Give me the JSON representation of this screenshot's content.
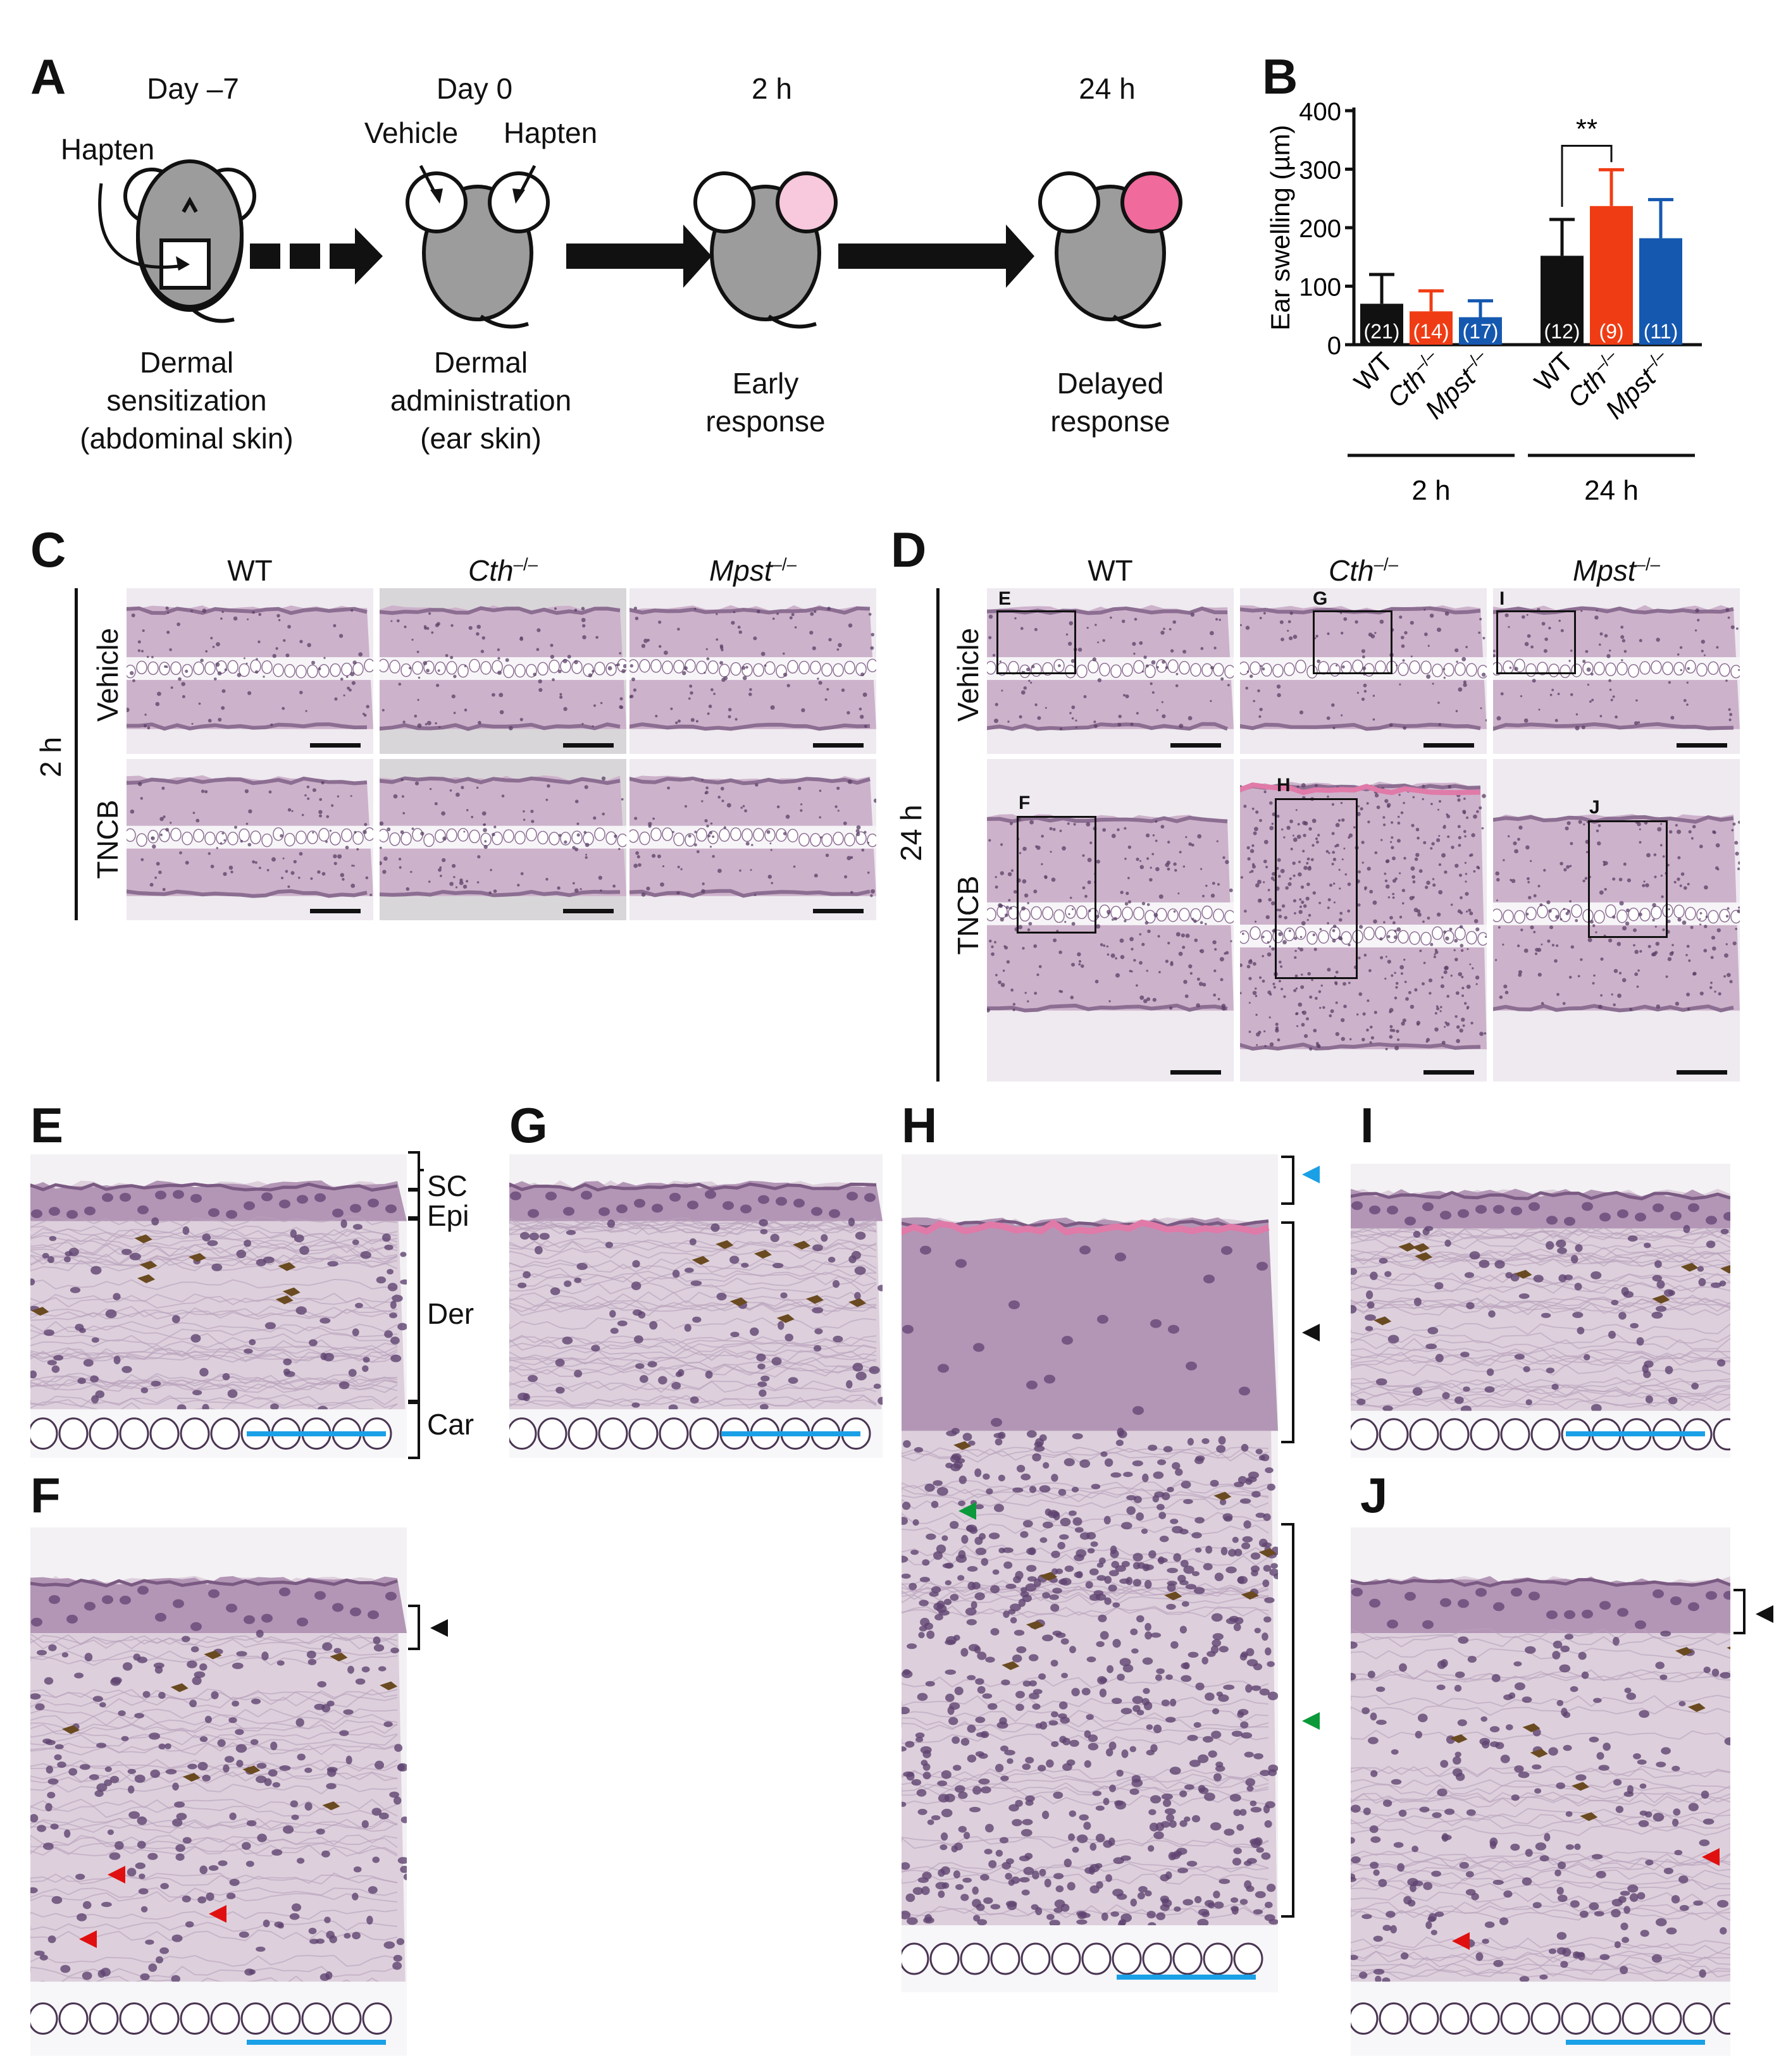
{
  "panels": {
    "A": "A",
    "B": "B",
    "C": "C",
    "D": "D",
    "E": "E",
    "F": "F",
    "G": "G",
    "H": "H",
    "I": "I",
    "J": "J"
  },
  "timeline": {
    "day_minus7": "Day –7",
    "day0": "Day 0",
    "h2": "2 h",
    "h24": "24 h",
    "hapten1": "Hapten",
    "vehicle": "Vehicle",
    "hapten2": "Hapten",
    "step1": [
      "Dermal",
      "sensitization",
      "(abdominal skin)"
    ],
    "step2": [
      "Dermal",
      "administration",
      "(ear skin)"
    ],
    "step3": [
      "Early",
      "response"
    ],
    "step4": [
      "Delayed",
      "response"
    ]
  },
  "chart_data": {
    "type": "bar",
    "ylabel": "Ear swelling (µm)",
    "ylim": [
      0,
      400
    ],
    "yticks": [
      "0",
      "100",
      "200",
      "300",
      "400"
    ],
    "groups": [
      {
        "label": "2 h",
        "categories": [
          "WT",
          "Cth",
          "Mpst"
        ],
        "values": [
          70,
          57,
          47
        ],
        "errors": [
          50,
          35,
          28
        ],
        "n": [
          "(21)",
          "(14)",
          "(17)"
        ]
      },
      {
        "label": "24 h",
        "categories": [
          "WT",
          "Cth",
          "Mpst"
        ],
        "values": [
          152,
          237,
          182
        ],
        "errors": [
          62,
          62,
          66
        ],
        "n": [
          "(12)",
          "(9)",
          "(11)"
        ]
      }
    ],
    "colors": [
      "#111111",
      "#f03c14",
      "#1558b0"
    ],
    "significance": "**",
    "superscript": "–/–"
  },
  "colheads": {
    "wt": "WT",
    "cth": "Cth",
    "mpst": "Mpst",
    "sup": "–/–"
  },
  "rows": {
    "vehicle": "Vehicle",
    "tncb": "TNCB",
    "h2": "2 h",
    "h24": "24 h"
  },
  "boxes": [
    "E",
    "G",
    "I",
    "F",
    "H",
    "J"
  ],
  "layers": {
    "sc": "SC",
    "epi": "Epi",
    "der": "Der",
    "car": "Car"
  },
  "colors": {
    "tissue_bg": "#eeeaf0",
    "tissue_pink": "#cdb2cb",
    "tissue_dark": "#8c6e92",
    "scale_bar_blue": "#1aa0e6",
    "arrow_red": "#e01010",
    "arrow_green": "#0a9a3a",
    "arrow_blue": "#1aa0e6"
  }
}
